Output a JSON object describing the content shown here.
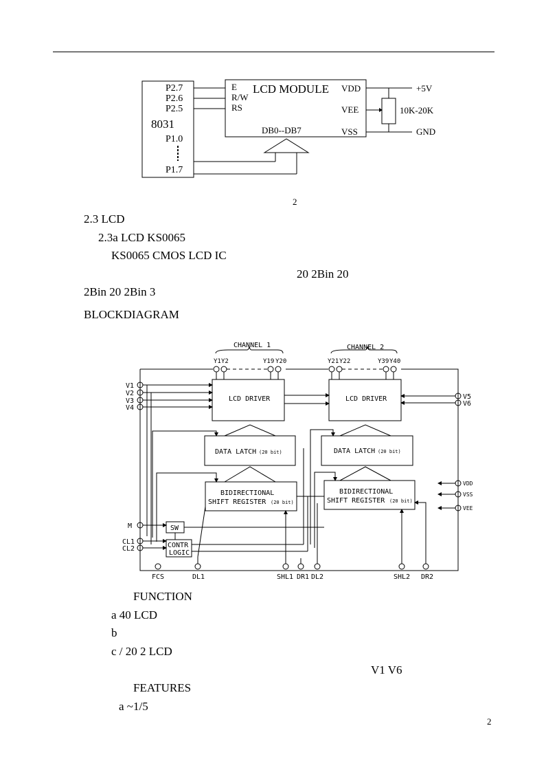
{
  "fig1": {
    "pins": [
      "P2.7",
      "P2.6",
      "P2.5"
    ],
    "mcu": "8031",
    "p10": "P1.0",
    "p17": "P1.7",
    "module_title": "LCD MODULE",
    "left_pins": [
      "E",
      "R/W",
      "RS"
    ],
    "right_pins": [
      "VDD",
      "VEE",
      "VSS"
    ],
    "data_bus": "DB0--DB7",
    "plus5v": "+5V",
    "pot": "10K-20K",
    "gnd": "GND"
  },
  "fig1_caption": "2",
  "section_2_3": "2.3    LCD",
  "sub_2_3a": "2.3a LCD                KS0065",
  "para": {
    "line1": "KS0065                           CMOS                                              LCD            IC",
    "line2": "20    2Bin                                                            20",
    "line3": "2Bin                            20    2Bin                                   3"
  },
  "blockdiagram": "BLOCKDIAGRAM",
  "bd": {
    "channel1": "CHANNEL 1",
    "channel2": "CHANNEL 2",
    "ch1_y": [
      "Y1",
      "Y2",
      "Y19",
      "Y20"
    ],
    "ch2_y": [
      "Y21",
      "Y22",
      "Y39",
      "Y40"
    ],
    "v_left": [
      "V1",
      "V2",
      "V3",
      "V4"
    ],
    "v_right": [
      "V5",
      "V6"
    ],
    "lcd_driver": "LCD DRIVER",
    "data_latch": "DATA LATCH",
    "bit20": "(20 bit)",
    "bidir": "BIDIRECTIONAL",
    "shift_reg": "SHIFT REGISTER",
    "power": [
      "VDD",
      "VSS",
      "VEE"
    ],
    "m": "M",
    "cl1": "CL1",
    "cl2": "CL2",
    "sw": "SW",
    "contr": "CONTR",
    "logic": "LOGIC",
    "bottom_pins": [
      "FCS",
      "DL1",
      "SHL1",
      "DR1",
      "DL2",
      "SHL2",
      "DR2"
    ]
  },
  "function_title": "FUNCTION",
  "func": {
    "a": "a    40                  LCD",
    "b": "b",
    "c": "c          /                                          20    2       LCD",
    "c2": "V1    V6"
  },
  "features_title": "FEATURES",
  "feat_a": "a                                              ~1/5",
  "page_number": "2"
}
